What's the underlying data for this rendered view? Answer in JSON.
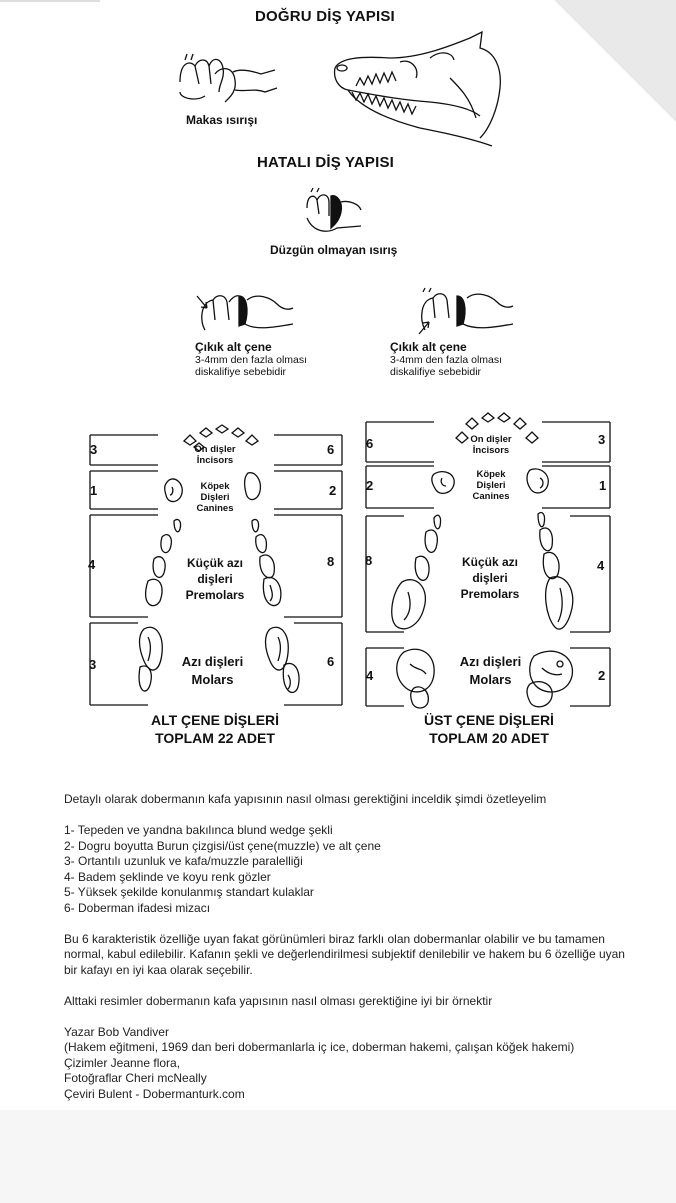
{
  "headings": {
    "correct": "DOĞRU  DİŞ YAPISI",
    "faulty": "HATALI DİŞ YAPISI"
  },
  "captions": {
    "scissor": "Makas ısırışı",
    "uneven": "Düzgün olmayan ısırış",
    "underbite_left_title": "Çıkık alt çene",
    "underbite_left_line1": "3-4mm den fazla olması",
    "underbite_left_line2": "diskalifiye sebebidir",
    "underbite_right_title": "Çıkık alt çene",
    "underbite_right_line1": "3-4mm den fazla olması",
    "underbite_right_line2": "diskalifiye sebebidir"
  },
  "lower_jaw": {
    "incisors": "On dişler\nİncisors",
    "canines": "Köpek\nDişleri\nCanines",
    "premolars": "Küçük azı\ndişleri\nPremolars",
    "molars": "Azı dişleri\nMolars",
    "counts": {
      "incisors_left": "3",
      "incisors_right": "6",
      "canines_left": "1",
      "canines_right": "2",
      "premolars_left": "4",
      "premolars_right": "8",
      "molars_left": "3",
      "molars_right": "6"
    },
    "total_line1": "ALT ÇENE DİŞLERİ",
    "total_line2": "TOPLAM 22 ADET"
  },
  "upper_jaw": {
    "incisors": "On dişler\nİncisors",
    "canines": "Köpek\nDişleri\nCanines",
    "premolars": "Küçük azı\ndişleri\nPremolars",
    "molars": "Azı dişleri\nMolars",
    "counts": {
      "incisors_left": "6",
      "incisors_right": "3",
      "canines_left": "2",
      "canines_right": "1",
      "premolars_left": "8",
      "premolars_right": "4",
      "molars_left": "4",
      "molars_right": "2"
    },
    "total_line1": "ÜST ÇENE DİŞLERİ",
    "total_line2": "TOPLAM 20 ADET"
  },
  "article": {
    "intro": "Detaylı olarak dobermanın kafa yapısının nasıl olması gerektiğini inceldik şimdi özetleyelim",
    "items": [
      "1- Tepeden ve yandna bakılınca blund wedge şekli",
      "2- Dogru boyutta Burun çizgisi/üst çene(muzzle) ve alt çene",
      "3- Ortantılı uzunluk ve kafa/muzzle paralelliği",
      "4- Badem şeklinde ve koyu renk gözler",
      "5- Yüksek şekilde konulanmış standart kulaklar",
      "6- Doberman ifadesi mizacı"
    ],
    "para1_line1": "Bu 6 karakteristik özelliğe uyan fakat görünümleri biraz farklı olan dobermanlar olabilir ve bu tamamen",
    "para1_line2": "normal, kabul edilebilir. Kafanın şekli ve değerlendirilmesi subjektif denilebilir ve hakem bu 6 özelliğe uyan",
    "para1_line3": "bir kafayı en iyi kaa olarak seçebilir.",
    "para2": "Alttaki resimler dobermanın kafa yapısının nasıl olması gerektiğine iyi bir örnektir",
    "credits": [
      "Yazar Bob Vandiver",
      "(Hakem eğitmeni, 1969 dan beri dobermanlarla iç ice, doberman hakemi, çalışan köğek hakemi)",
      "Çizimler Jeanne flora,",
      "Fotoğraflar Cheri mcNeally",
      "Çeviri Bulent - Dobermanturk.com"
    ]
  }
}
